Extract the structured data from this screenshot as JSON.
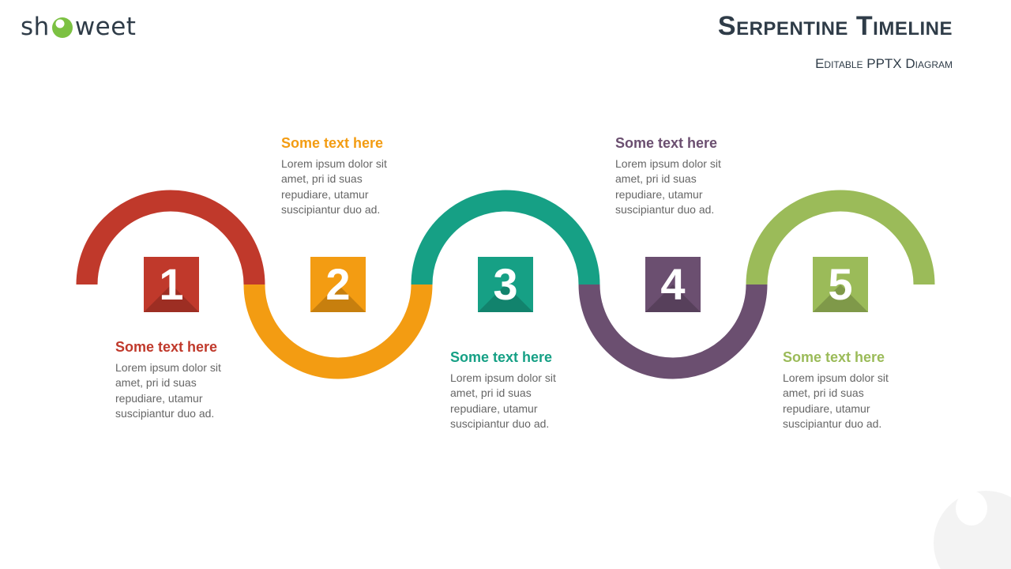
{
  "brand": {
    "logo_left": "sh",
    "logo_right": "weet"
  },
  "header": {
    "title": "Serpentine Timeline",
    "subtitle": "Editable PPTX Diagram"
  },
  "steps": [
    {
      "number": "1",
      "heading": "Some text here",
      "body": "Lorem ipsum dolor sit amet, pri id suas repudiare, utamur suscipiantur duo ad.",
      "color": "#c0392b"
    },
    {
      "number": "2",
      "heading": "Some text here",
      "body": "Lorem ipsum dolor sit amet, pri id suas repudiare, utamur suscipiantur duo ad.",
      "color": "#f39c12"
    },
    {
      "number": "3",
      "heading": "Some text here",
      "body": "Lorem ipsum dolor sit amet, pri id suas repudiare, utamur suscipiantur duo ad.",
      "color": "#16a085"
    },
    {
      "number": "4",
      "heading": "Some text here",
      "body": "Lorem ipsum dolor sit amet, pri id suas repudiare, utamur suscipiantur duo ad.",
      "color": "#6b4f70"
    },
    {
      "number": "5",
      "heading": "Some text here",
      "body": "Lorem ipsum dolor sit amet, pri id suas repudiare, utamur suscipiantur duo ad.",
      "color": "#9bbb59"
    }
  ]
}
